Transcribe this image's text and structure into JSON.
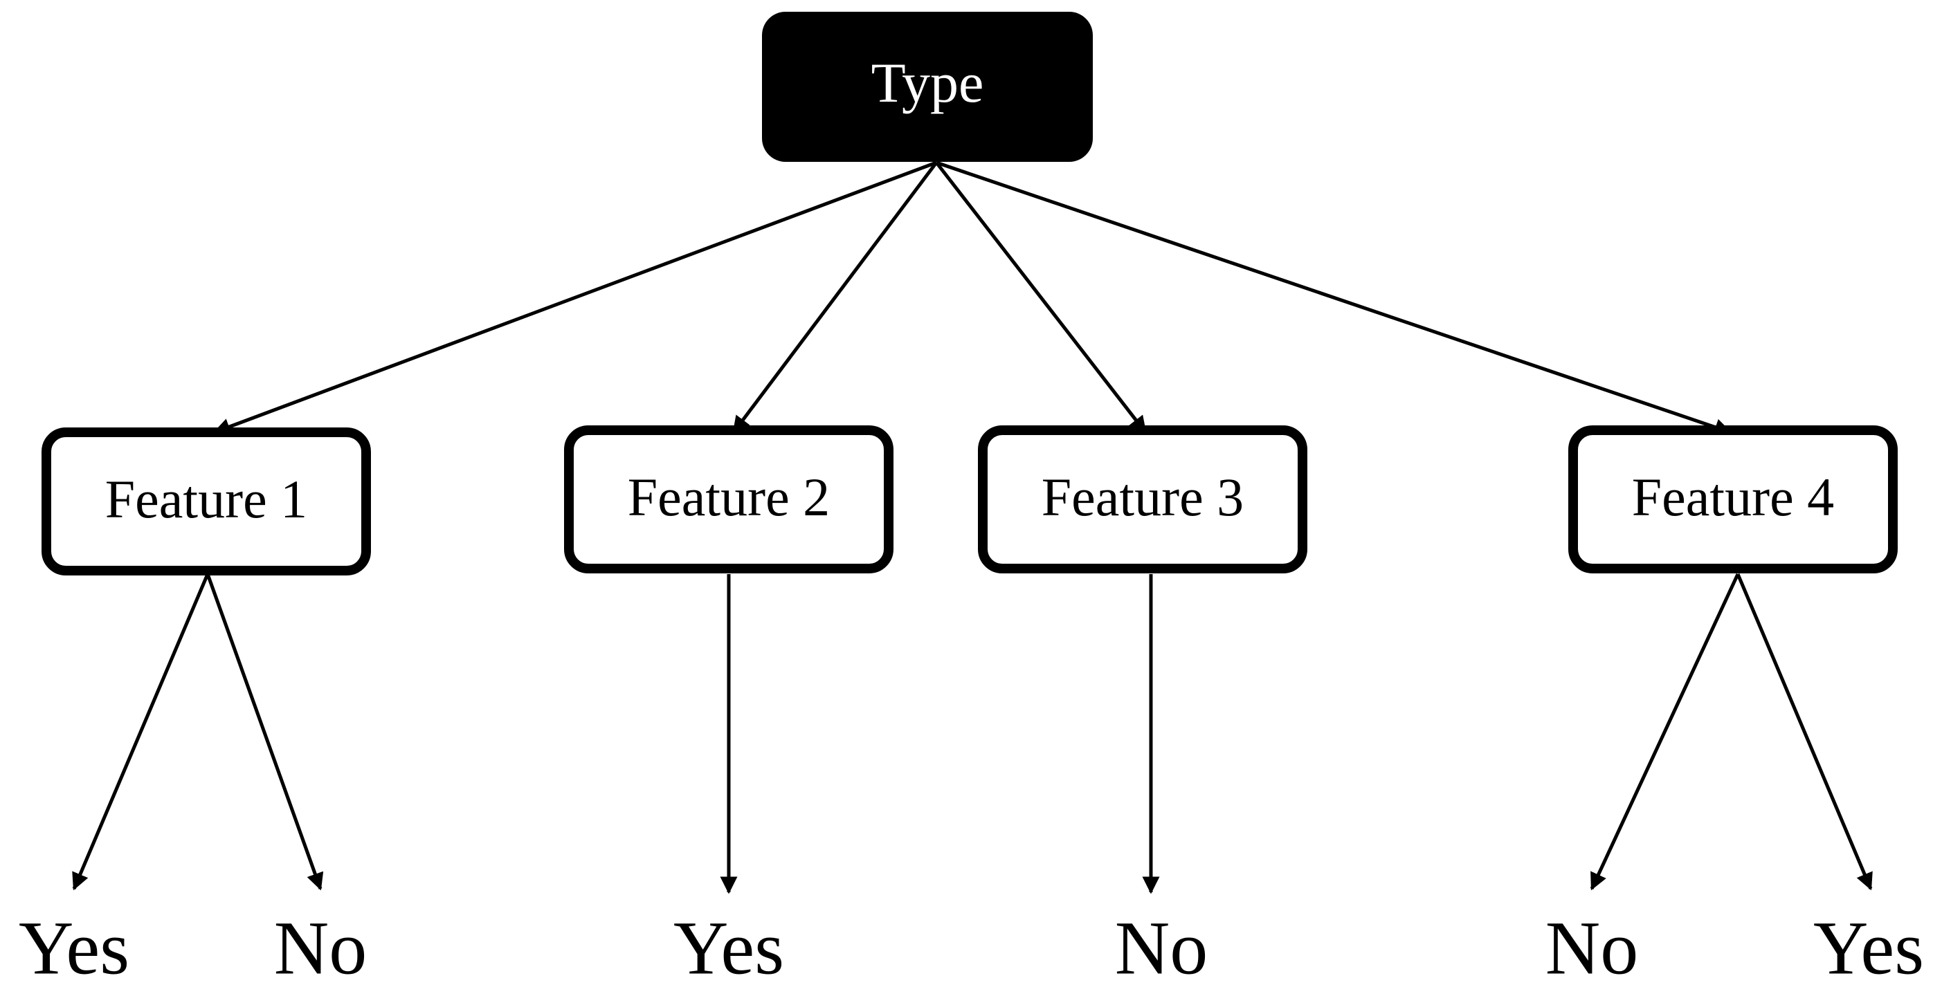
{
  "diagram": {
    "root": {
      "label": "Type"
    },
    "features": [
      {
        "label": "Feature 1"
      },
      {
        "label": "Feature 2"
      },
      {
        "label": "Feature 3"
      },
      {
        "label": "Feature 4"
      }
    ],
    "outcomes": [
      {
        "label": "Yes",
        "parent": 0
      },
      {
        "label": "No",
        "parent": 0
      },
      {
        "label": "Yes",
        "parent": 1
      },
      {
        "label": "No",
        "parent": 2
      },
      {
        "label": "No",
        "parent": 3
      },
      {
        "label": "Yes",
        "parent": 3
      }
    ],
    "colors": {
      "root_fill": "#000000",
      "root_text": "#ffffff",
      "node_border": "#000000",
      "line": "#000000"
    }
  }
}
